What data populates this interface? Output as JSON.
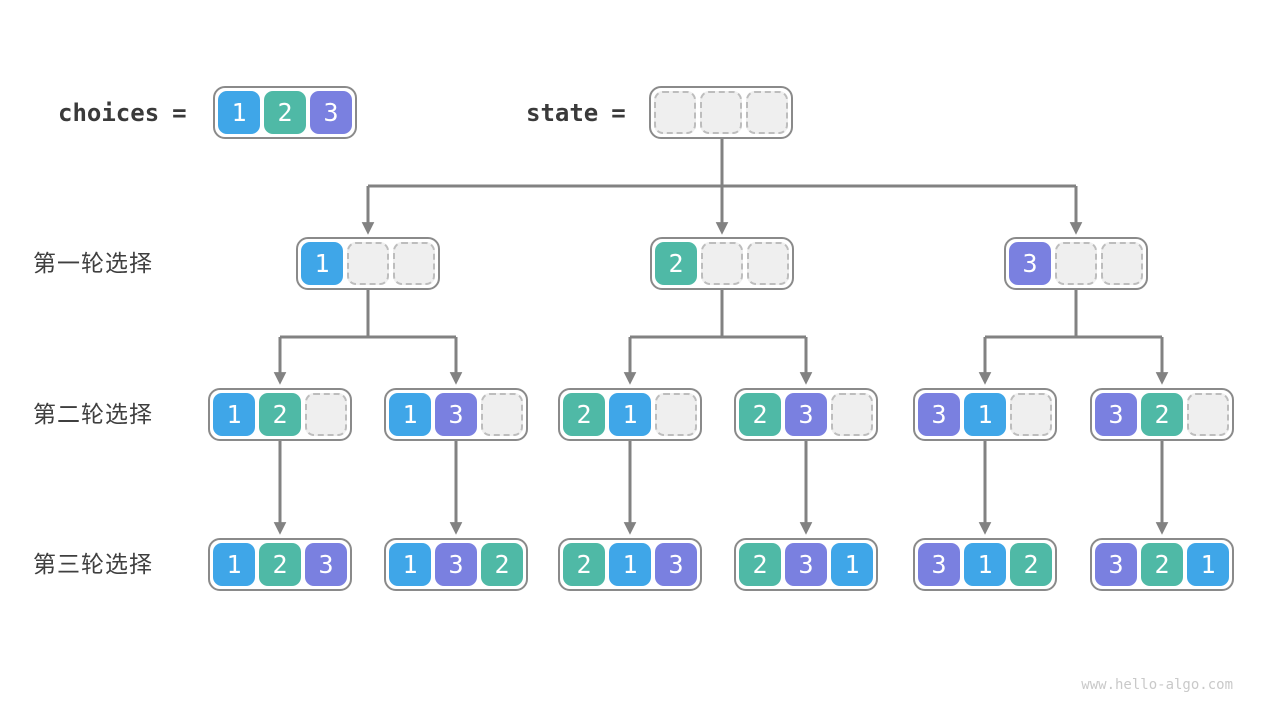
{
  "diagram": {
    "header": {
      "choices_label": "choices",
      "choices_equals": "=",
      "state_label": "state",
      "state_equals": "=",
      "choices_values": [
        "1",
        "2",
        "3"
      ],
      "state_values": [
        "",
        "",
        ""
      ]
    },
    "round_labels": [
      "第一轮选择",
      "第二轮选择",
      "第三轮选择"
    ],
    "tree": {
      "round1": [
        [
          "1",
          "",
          ""
        ],
        [
          "2",
          "",
          ""
        ],
        [
          "3",
          "",
          ""
        ]
      ],
      "round2": [
        [
          "1",
          "2",
          ""
        ],
        [
          "1",
          "3",
          ""
        ],
        [
          "2",
          "1",
          ""
        ],
        [
          "2",
          "3",
          ""
        ],
        [
          "3",
          "1",
          ""
        ],
        [
          "3",
          "2",
          ""
        ]
      ],
      "round3": [
        [
          "1",
          "2",
          "3"
        ],
        [
          "1",
          "3",
          "2"
        ],
        [
          "2",
          "1",
          "3"
        ],
        [
          "2",
          "3",
          "1"
        ],
        [
          "3",
          "1",
          "2"
        ],
        [
          "3",
          "2",
          "1"
        ]
      ]
    }
  },
  "colors": {
    "1": "#3fa6e8",
    "2": "#4fb9a6",
    "3": "#7a80e0",
    "empty": "#efefef",
    "arrow": "#828282",
    "border": "#8a8a8a"
  },
  "watermark": "www.hello-algo.com"
}
